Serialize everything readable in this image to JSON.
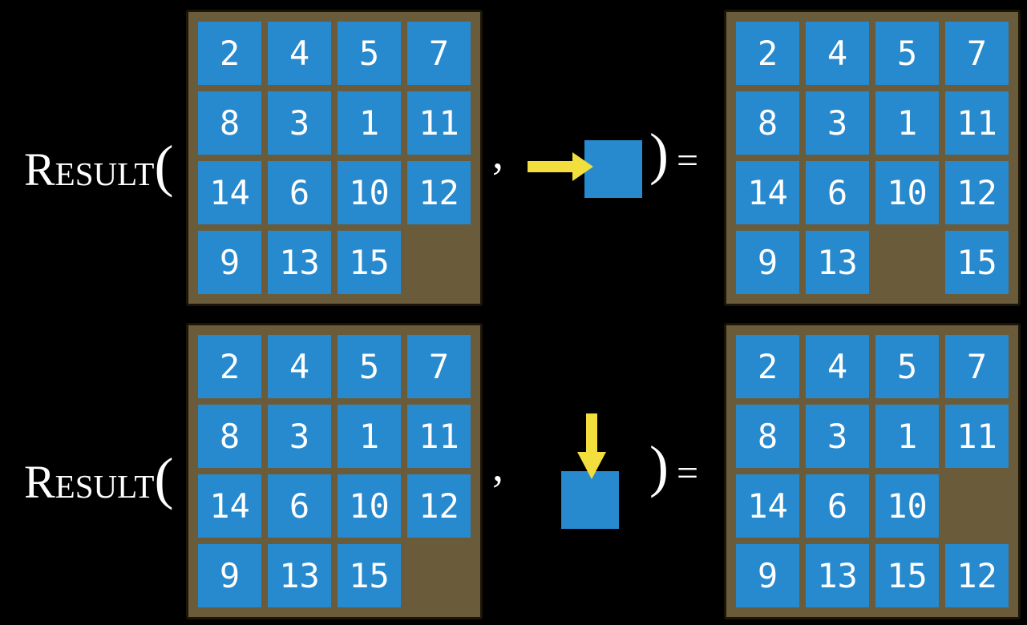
{
  "colors": {
    "background": "#000000",
    "board_brown": "#6A5B3A",
    "tile_blue": "#2789CE",
    "arrow_yellow": "#F2DF3D",
    "text_white": "#FFFFFF"
  },
  "rows": [
    {
      "label": "Result",
      "open_paren": "(",
      "comma": ",",
      "action_icon": "yellow-right-arrow-pushing-blue-tile",
      "close_paren": ")",
      "equals": "=",
      "input_grid": [
        [
          "2",
          "4",
          "5",
          "7"
        ],
        [
          "8",
          "3",
          "1",
          "11"
        ],
        [
          "14",
          "6",
          "10",
          "12"
        ],
        [
          "9",
          "13",
          "15",
          ""
        ]
      ],
      "result_grid": [
        [
          "2",
          "4",
          "5",
          "7"
        ],
        [
          "8",
          "3",
          "1",
          "11"
        ],
        [
          "14",
          "6",
          "10",
          "12"
        ],
        [
          "9",
          "13",
          "",
          "15"
        ]
      ]
    },
    {
      "label": "Result",
      "open_paren": "(",
      "comma": ",",
      "action_icon": "yellow-down-arrow-pushing-blue-tile",
      "close_paren": ")",
      "equals": "=",
      "input_grid": [
        [
          "2",
          "4",
          "5",
          "7"
        ],
        [
          "8",
          "3",
          "1",
          "11"
        ],
        [
          "14",
          "6",
          "10",
          "12"
        ],
        [
          "9",
          "13",
          "15",
          ""
        ]
      ],
      "result_grid": [
        [
          "2",
          "4",
          "5",
          "7"
        ],
        [
          "8",
          "3",
          "1",
          "11"
        ],
        [
          "14",
          "6",
          "10",
          ""
        ],
        [
          "9",
          "13",
          "15",
          "12"
        ]
      ]
    }
  ]
}
